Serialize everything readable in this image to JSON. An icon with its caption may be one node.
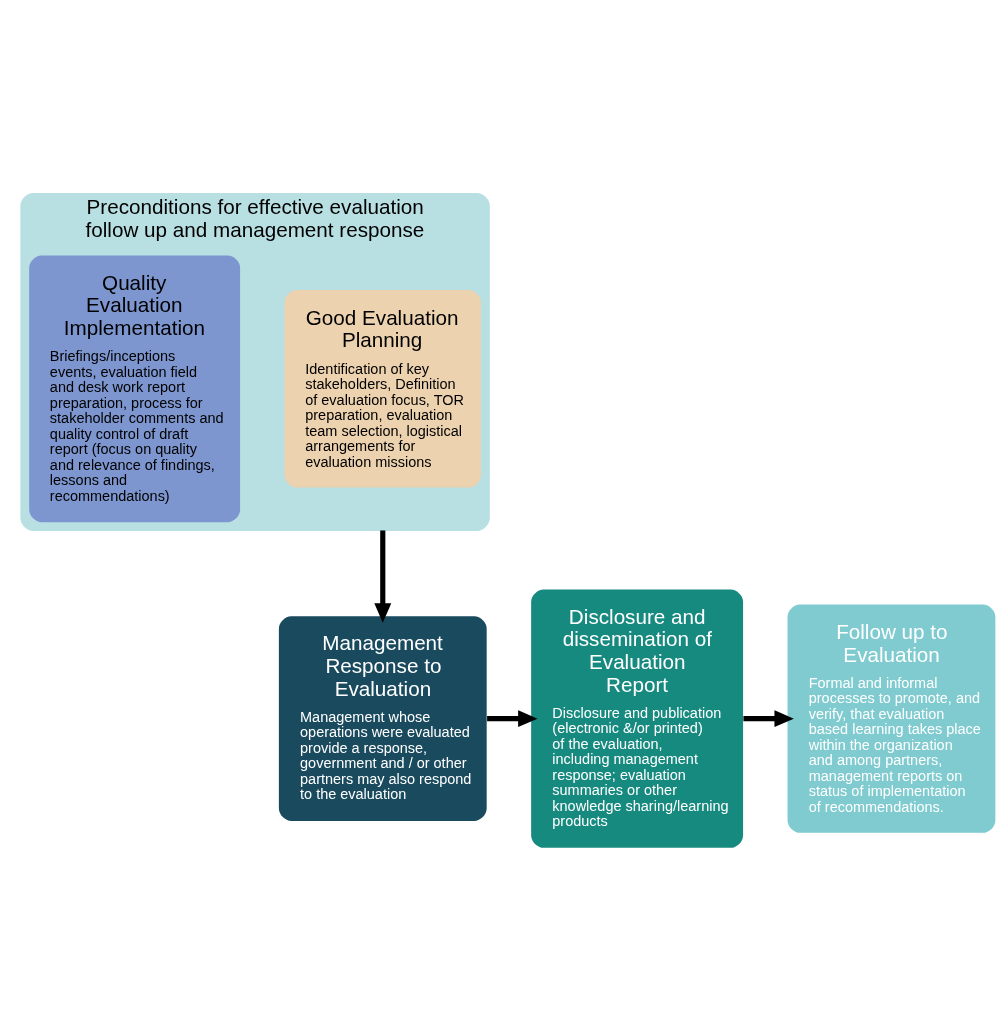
{
  "diagram": {
    "nodes": [
      {
        "text": [
          "Preconditions for effective evaluation follow up and management response"
        ]
      },
      {
        "text": [
          "Good Evaluation Planning",
          "Identification of key stakeholders, Definition of evaluation focus, TOR preparation, evaluation team selection, logistical arrangements for evaluation missions"
        ],
        "in": 0
      },
      {
        "text": [
          "Quality Evaluation Implementation",
          "Briefings/inceptions events, evaluation field and desk work report preparation, process for stakeholder comments and quality control of draft report (focus on quality and relevance of findings, lessons and recommendations)"
        ],
        "in": 0
      },
      {
        "text": [
          "Management Response to Evaluation",
          "Management whose operations were evaluated provide a response, government and / or other partners may also respond to the evaluation"
        ]
      },
      {
        "text": [
          "Disclosure and dissemination of Evaluation Report",
          "Disclosure and publication (electronic &/or printed) of the evaluation, including management response; evaluation summaries or other knowledge sharing/learning products"
        ]
      },
      {
        "text": [
          "Follow up to Evaluation",
          "Formal and informal processes to promote, and verify, that evaluation based learning takes place within the organization and among partners, management reports on status of implementation of recommendations."
        ]
      }
    ],
    "edges": [
      {
        "from": 0,
        "to": 3,
        "arrow": "to"
      },
      {
        "from": 3,
        "to": 4,
        "arrow": "to"
      },
      {
        "from": 4,
        "to": 5,
        "arrow": "to"
      }
    ]
  }
}
